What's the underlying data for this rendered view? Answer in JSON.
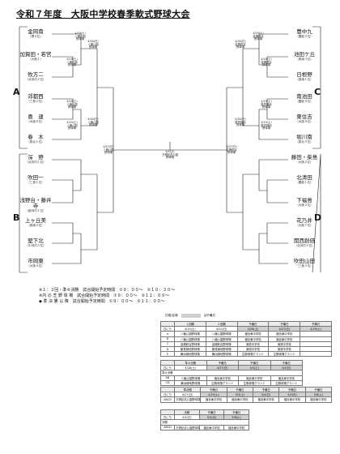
{
  "title": "令和７年度　大阪中学校春季軟式野球大会",
  "blocks": {
    "a": "A",
    "b": "B",
    "c": "C",
    "d": "D"
  },
  "left_teams": [
    {
      "name": "金岡南",
      "sub": "（堺４位）"
    },
    {
      "name": "加賀田・若宮",
      "sub": "（大阪１）"
    },
    {
      "name": "牧方二",
      "sub": "（北河内２位）"
    },
    {
      "name": "郊都西",
      "sub": "（三島２位）"
    },
    {
      "name": "喜　連",
      "sub": "（大阪８位）"
    },
    {
      "name": "春　木",
      "sub": "（泉北１位）"
    },
    {
      "name": "深　野",
      "sub": "（北河内１位）"
    },
    {
      "name": "吹田一",
      "sub": "（三島１位）"
    },
    {
      "name": "浅野台・藤井寺",
      "sub": "（南河内１位）"
    },
    {
      "name": "上ヶ丘美",
      "sub": "（泉南２位）"
    },
    {
      "name": "堅下北",
      "sub": "（中河内３位）"
    },
    {
      "name": "市岡東",
      "sub": "（大阪４位）"
    }
  ],
  "right_teams": [
    {
      "name": "豊中九",
      "sub": "（豊能２位）"
    },
    {
      "name": "池田ケ丘",
      "sub": "（泉南３位）"
    },
    {
      "name": "日根野",
      "sub": "（泉南１位）"
    },
    {
      "name": "南池田",
      "sub": "（豊能４位）"
    },
    {
      "name": "東住吉",
      "sub": "（大阪５位）"
    },
    {
      "name": "堀川南",
      "sub": "（泉北３位）"
    },
    {
      "name": "藤田・柴島",
      "sub": "（大阪２位）"
    },
    {
      "name": "北清田",
      "sub": "（豊能１位）"
    },
    {
      "name": "下福島",
      "sub": "（大阪２位）"
    },
    {
      "name": "花乃井",
      "sub": "（大阪７位）"
    },
    {
      "name": "開西創価",
      "sub": "（北河内３位）"
    },
    {
      "name": "吹田山田",
      "sub": "（三島３位）"
    }
  ],
  "venue_notes": {
    "left": [
      "4/19(土)\n八幡公園\n野球場",
      "4/19(土)\n八幡公園\n野球場",
      "4/20(日)\n八幡公園\n野球場",
      "4/19(土)\n八幡公園\n野球場",
      "4/19(土)\n八幡公園\n野球場",
      "4/20(日)\n八幡公園\n野球場"
    ],
    "right": [
      "4/19(土)\n高槻萩谷\n野球場",
      "4/19(土)\n高槻萩谷\n野球場",
      "4/20(日)\n高槻萩谷\n野球場",
      "4/19(土)\n鶴見緑地\n野球場",
      "4/19(土)\n鶴見緑地\n野球場",
      "4/20(日)\n鶴見緑地\n野球場"
    ],
    "semi_left": "4/27(日)\n八幡公園\n野球場",
    "semi_right": "4/27(日)\n高槻萩谷\n野球場",
    "final": "5/4(日)\n万博記念公園\n野球場"
  },
  "legend": [
    "※１：２回・準々決勝　試合開始予定時間　①９：００～　②１０：３０～",
    "※内 の 芝 野 球 場　試合開始予定時間　①９：００～　②１１：００～",
    "◆ 準 決 勝 以 降　試合開始予定時間　①９：００～　②１１：００～"
  ],
  "schedule_legend": {
    "label": "日程/会場",
    "box": "は予備日"
  },
  "table1": {
    "header": [
      "",
      "１回戦",
      "２回戦",
      "予備日",
      "予備日",
      "予備日"
    ],
    "dates": [
      "日にち",
      "4/19(土)",
      "4/20(日)",
      "4/26(土)",
      "4/27(日)",
      "4/29(火)"
    ],
    "rows": [
      [
        "A",
        "八幡公園野球場",
        "八幡公園野球場",
        "福島東中学校",
        "福島東中学校",
        ""
      ],
      [
        "B",
        "八幡公園野球場",
        "八幡公園野球場",
        "福島東中学校",
        "福島東中学校",
        ""
      ],
      [
        "C",
        "高槻萩谷野球場",
        "高槻萩谷野球場",
        "美原中学校",
        "美原中学校",
        ""
      ],
      [
        "D",
        "鶴見緑地野球場",
        "鶴見緑地野球場",
        "美原中学校",
        "美原中学校",
        ""
      ],
      [
        "E",
        "舞洲緑地野球場",
        "舞洲緑地野球場",
        "生駒球場グランド",
        "生駒球場グランド",
        ""
      ]
    ]
  },
  "table2": {
    "header": [
      "",
      "準々決勝",
      "予備日",
      "予備日",
      "予備日"
    ],
    "dates": [
      "日にち",
      "4/26(土)",
      "4/27(日)",
      "5/3(土)",
      "5/4(日)"
    ],
    "sub": "準々決勝",
    "rows": [
      [
        "AB",
        "八幡公園野球場",
        "福島東中学校",
        "福島東中学校",
        "福島東中学校"
      ],
      [
        "CD",
        "舞洲緑地野球場",
        "生駒球場グランド",
        "生駒球場グランド",
        "生駒球場グランド"
      ]
    ]
  },
  "table3": {
    "header": [
      "",
      "準決勝",
      "予備日",
      "予備日",
      "予備日",
      "予備日",
      "予備日"
    ],
    "dates": [
      "日にち",
      "4/27(日)",
      "4/29(火)",
      "5/3(土)",
      "5/4(日)",
      "5/5(月)",
      "5/6(火)"
    ],
    "rows": [
      [
        "ABCD",
        "万博記念公園野球場",
        "福島東中学校",
        "福島東中学校",
        "福島東中学校",
        "福島東中学校",
        "福島東中学校"
      ]
    ]
  },
  "table4": {
    "header": [
      "",
      "決勝",
      "予備日",
      "予備日"
    ],
    "dates": [
      "日にち",
      "5/4(日)",
      "5/5(月)",
      "5/6(火)"
    ],
    "sub": "決勝",
    "rows": [
      [
        "ABCD",
        "万博記念公園野球場",
        "福島東中学校",
        "福島東中学校"
      ]
    ]
  }
}
